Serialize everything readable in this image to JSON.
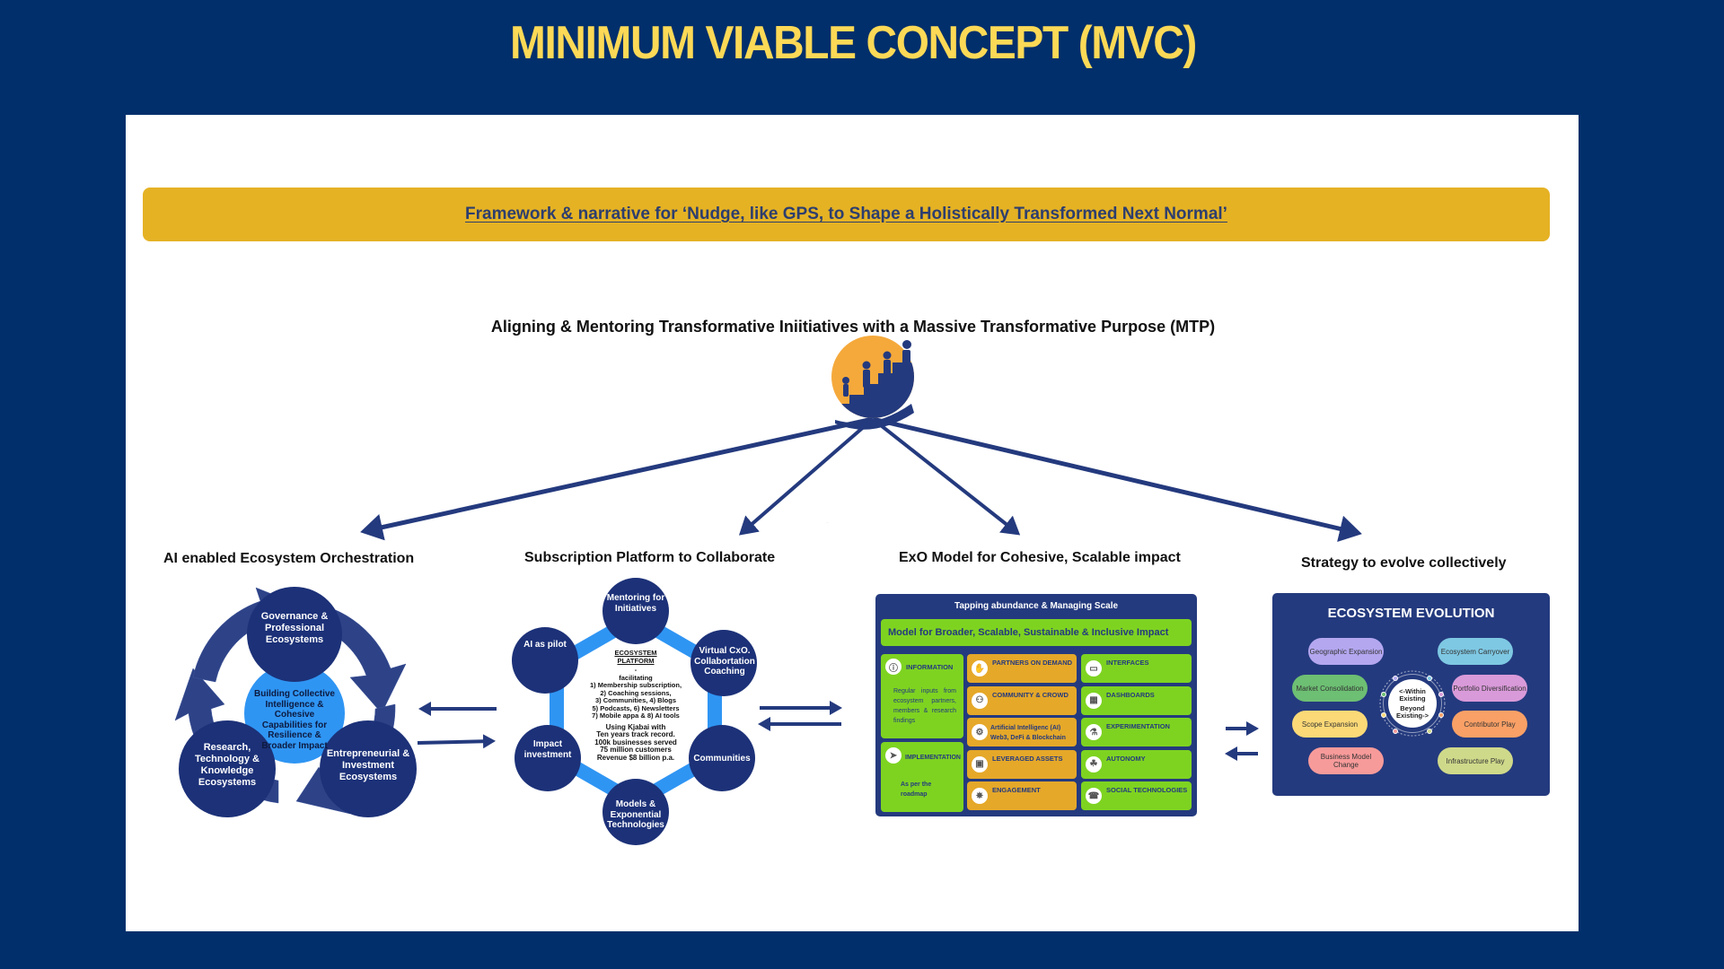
{
  "title": "MINIMUM VIABLE CONCEPT (MVC)",
  "banner": "Framework & narrative for ‘Nudge, like GPS, to Shape a Holistically Transformed Next Normal’",
  "mtp_heading": "Aligning & Mentoring Transformative Iniitiatives with a Massive Transformative Purpose (MTP)",
  "logo": "people-climbing-steps-logo",
  "colors": {
    "background": "#012f6b",
    "title": "#fcd956",
    "banner": "#e5b224",
    "navy": "#1c3178",
    "light_blue": "#2f95f3",
    "exo_green": "#7ed321",
    "exo_orange": "#e5a829"
  },
  "sections": {
    "orchestration": {
      "heading": "AI enabled Ecosystem  Orchestration",
      "center": "Building Collective Intelligence & Cohesive Capabilities for Resilience & Broader Impact",
      "nodes": [
        "Governance & Professional Ecosystems",
        "Research, Technology & Knowledge Ecosystems",
        "Entrepreneurial & Investment Ecosystems"
      ]
    },
    "platform": {
      "heading": "Subscription Platform to Collaborate",
      "center_title": "ECOSYSTEM PLATFORM",
      "center_lines": [
        "-",
        "facilitating",
        "1) Membership subscription,",
        "2) Coaching sessions,",
        "3) Communities, 4) Blogs",
        "5) Podcasts, 6) Newsletters",
        "7) Mobile appa & 8) AI tools"
      ],
      "stats_lines": [
        "Using Kjabai with",
        "Ten years track record.",
        "100k businesses served",
        "75 million customers",
        "Revenue $8 billion p.a."
      ],
      "nodes": [
        "Mentoring for Initiatives",
        "Virtual CxO. Collabortation Coaching",
        "Communities",
        "Models & Exponential Technologies",
        "Impact investment",
        "AI as pilot"
      ]
    },
    "exo": {
      "heading": "ExO Model for Cohesive, Scalable impact",
      "panel_title": "Tapping abundance & Managing Scale",
      "model": "Model for Broader, Scalable, Sustainable & Inclusive Impact",
      "information": {
        "label": "INFORMATION",
        "desc": "Regular inputs from ecosystem partners, members & research findings",
        "icon": "info-icon"
      },
      "implementation": {
        "label": "IMPLEMENTATION",
        "desc": "As per the roadmap",
        "icon": "rocket-icon"
      },
      "middle": [
        {
          "label": "PARTNERS ON DEMAND",
          "icon": "handshake-icon"
        },
        {
          "label": "COMMUNITY & CROWD",
          "icon": "people-icon"
        },
        {
          "label": "Artificial Intelligenc (AI) Web3, DeFi & Blockchain",
          "icon": "ai-chip-icon"
        },
        {
          "label": "LEVERAGED ASSETS",
          "icon": "assets-icon"
        },
        {
          "label": "ENGAGEMENT",
          "icon": "engagement-icon"
        }
      ],
      "right": [
        {
          "label": "INTERFACES",
          "icon": "interface-icon"
        },
        {
          "label": "DASHBOARDS",
          "icon": "dashboard-icon"
        },
        {
          "label": "EXPERIMENTATION",
          "icon": "experiment-icon"
        },
        {
          "label": "AUTONOMY",
          "icon": "autonomy-icon"
        },
        {
          "label": "SOCIAL TECHNOLOGIES",
          "icon": "social-icon"
        }
      ]
    },
    "strategy": {
      "heading": "Strategy to evolve collectively",
      "panel_title": "ECOSYSTEM EVOLUTION",
      "center_top": "<-Within Existing",
      "center_bottom": "Beyond Existing->",
      "left": [
        {
          "label": "Geographic Expansion",
          "color": "#b4a7f0"
        },
        {
          "label": "Market Consolidation",
          "color": "#6dbf73"
        },
        {
          "label": "Scope Expansion",
          "color": "#fbd977"
        },
        {
          "label": "Business Model Change",
          "color": "#f79a9a"
        }
      ],
      "right": [
        {
          "label": "Ecosystem Carryover",
          "color": "#7ec8e3"
        },
        {
          "label": "Portfolio Diversification",
          "color": "#d99ad9"
        },
        {
          "label": "Contributor Play",
          "color": "#f9a066"
        },
        {
          "label": "Infrastructure Play",
          "color": "#cfd98a"
        }
      ]
    }
  },
  "tiny_caption": "···"
}
